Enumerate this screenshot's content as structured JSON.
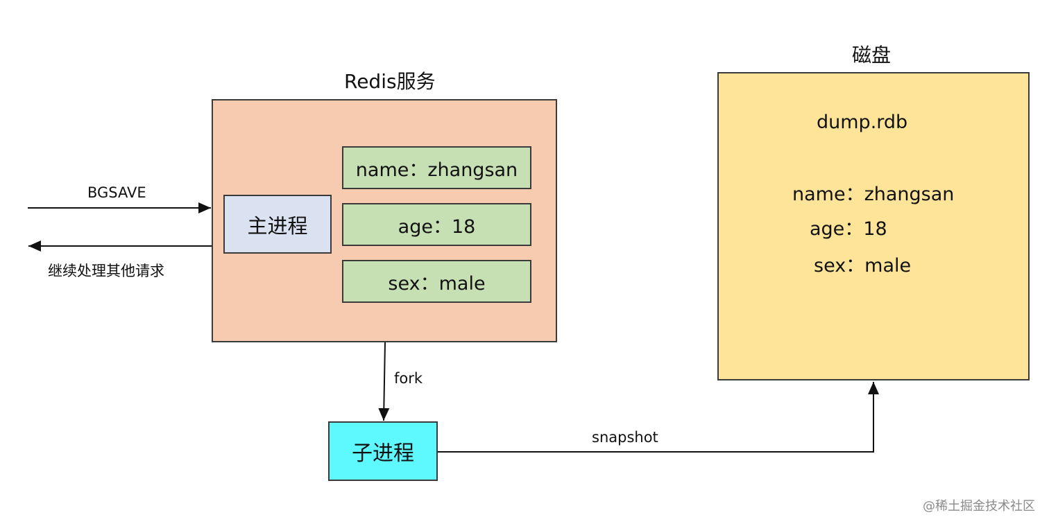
{
  "redis": {
    "title": "Redis服务",
    "main_process": "主进程",
    "fields": [
      "name：zhangsan",
      "age：18",
      "sex：male"
    ]
  },
  "client": {
    "request_label": "BGSAVE",
    "response_label": "继续处理其他请求"
  },
  "fork": {
    "label": "fork",
    "child_process": "子进程"
  },
  "snapshot": {
    "label": "snapshot"
  },
  "disk": {
    "title": "磁盘",
    "file_name": "dump.rdb",
    "file_lines": [
      "name：zhangsan",
      "age：18",
      "sex：male"
    ]
  },
  "watermark": "@稀土掘金技术社区",
  "colors": {
    "redis_box": "#f7cbb0",
    "main_process": "#dae2f1",
    "field": "#c6e0b4",
    "child_process": "#5ef9ff",
    "disk_box": "#fee498",
    "document": "#bdd7ee"
  }
}
